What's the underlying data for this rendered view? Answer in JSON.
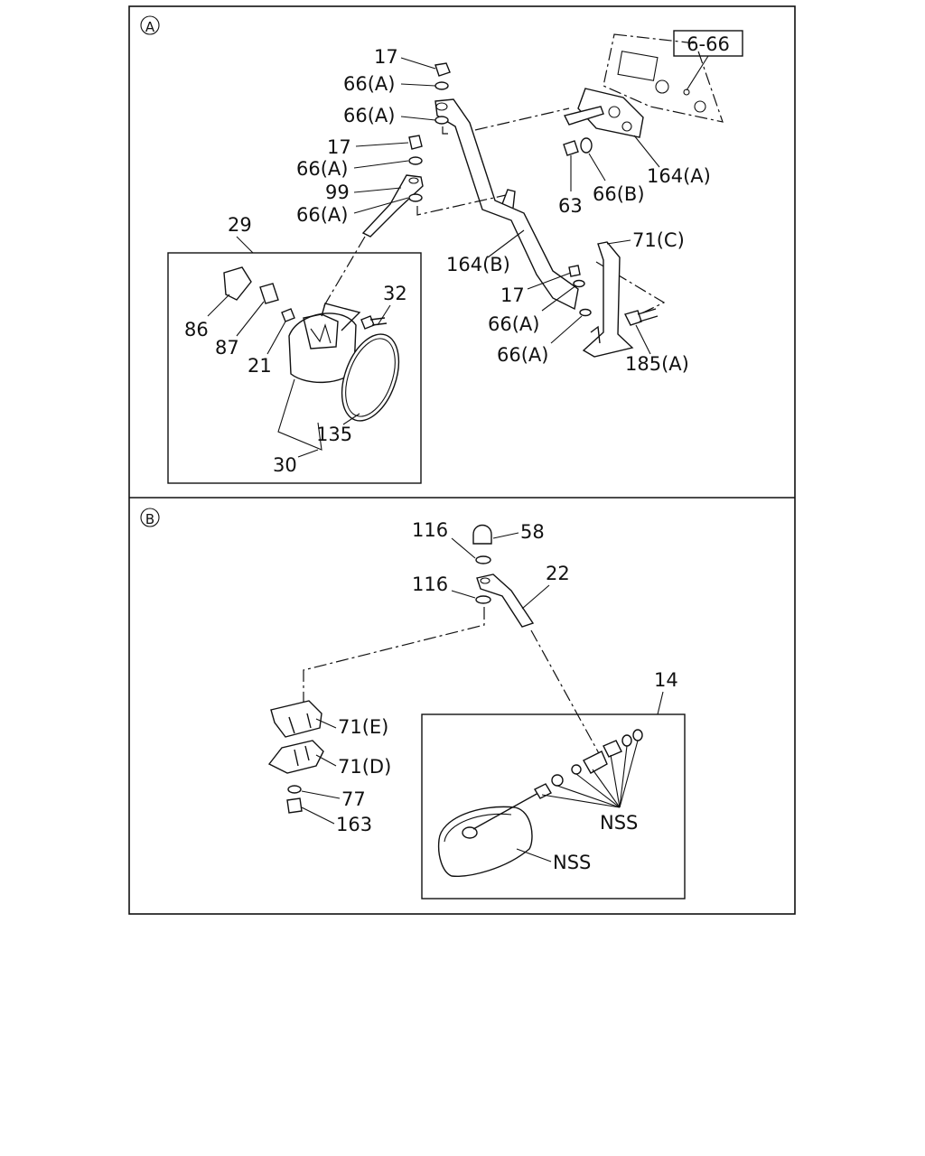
{
  "sections": {
    "a": {
      "marker": "A",
      "labels": {
        "p17_1": "17",
        "p66a_1": "66(A)",
        "p66a_2": "66(A)",
        "p17_2": "17",
        "p66a_3": "66(A)",
        "p99": "99",
        "p66a_4": "66(A)",
        "p29": "29",
        "p86": "86",
        "p87": "87",
        "p21": "21",
        "p32": "32",
        "p135": "135",
        "p30": "30",
        "p6_66": "6-66",
        "p164a": "164(A)",
        "p63": "63",
        "p66b": "66(B)",
        "p164b": "164(B)",
        "p71c": "71(C)",
        "p17_3": "17",
        "p66a_5": "66(A)",
        "p66a_6": "66(A)",
        "p185a": "185(A)"
      }
    },
    "b": {
      "marker": "B",
      "labels": {
        "p116_1": "116",
        "p58": "58",
        "p116_2": "116",
        "p22": "22",
        "p71e": "71(E)",
        "p71d": "71(D)",
        "p77": "77",
        "p163": "163",
        "p14": "14",
        "nss_1": "NSS",
        "nss_2": "NSS"
      }
    }
  }
}
